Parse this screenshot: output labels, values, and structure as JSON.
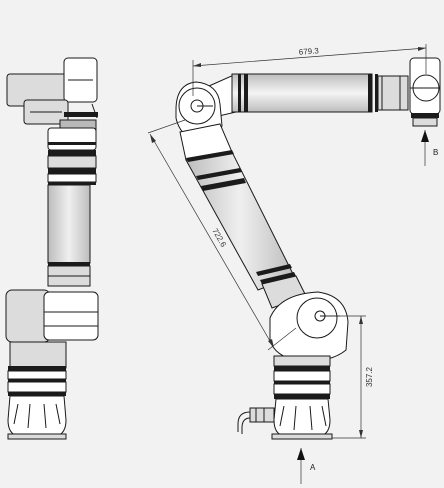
{
  "dimensions": {
    "upper_arm_length": "679.3",
    "forearm_length": "722.6",
    "base_height": "357.2"
  },
  "view_labels": {
    "view_a": "A",
    "view_b": "B"
  }
}
